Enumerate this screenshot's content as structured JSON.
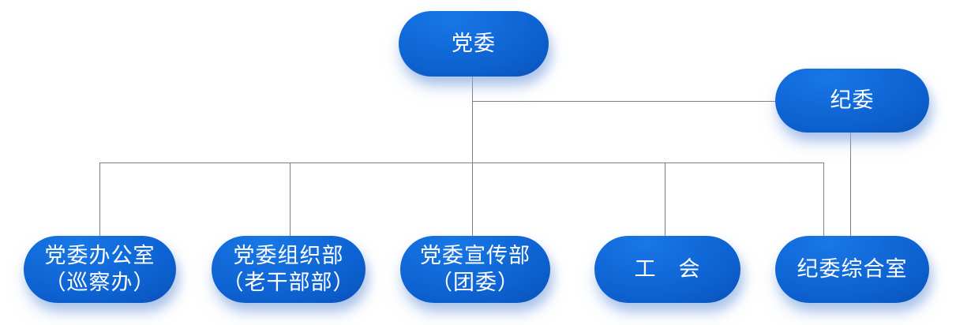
{
  "org_chart": {
    "background_color": "#ffffff",
    "connector_color": "#808080",
    "node_style": {
      "fill_gradient": [
        "#1877e6",
        "#0d61d0",
        "#0746a8"
      ],
      "text_color": "#ffffff",
      "shadow_color": "rgba(123,160,222,0.55)"
    },
    "nodes": {
      "dangwei": {
        "label": "党委"
      },
      "jiwei": {
        "label": "纪委"
      },
      "bangongshi": {
        "label": "党委办公室\n（巡察办）"
      },
      "zuzhibu": {
        "label": "党委组织部\n（老干部部）"
      },
      "xuanchuanbu": {
        "label": "党委宣传部\n（团委）"
      },
      "gonghui": {
        "label": "工　会"
      },
      "zongheshi": {
        "label": "纪委综合室"
      }
    },
    "edges": [
      {
        "from": "党委",
        "to": "纪委"
      },
      {
        "from": "党委",
        "to": "党委办公室（巡察办）"
      },
      {
        "from": "党委",
        "to": "党委组织部（老干部部）"
      },
      {
        "from": "党委",
        "to": "党委宣传部（团委）"
      },
      {
        "from": "党委",
        "to": "工　会"
      },
      {
        "from": "党委",
        "to": "纪委综合室"
      },
      {
        "from": "纪委",
        "to": "纪委综合室"
      }
    ]
  }
}
